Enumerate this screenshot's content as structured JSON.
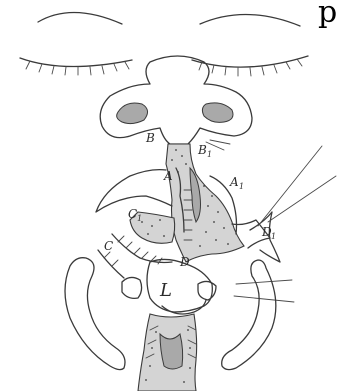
{
  "labels": {
    "clipped_top_text": "p",
    "B": "B",
    "B1_main": "B",
    "B1_sub": "1",
    "A": "A",
    "A1_main": "A",
    "A1_sub": "1",
    "C1_main": "C",
    "C1_sub": "1",
    "C": "C",
    "D": "D",
    "D1_main": "D",
    "D1_sub": "1",
    "L": "L"
  }
}
